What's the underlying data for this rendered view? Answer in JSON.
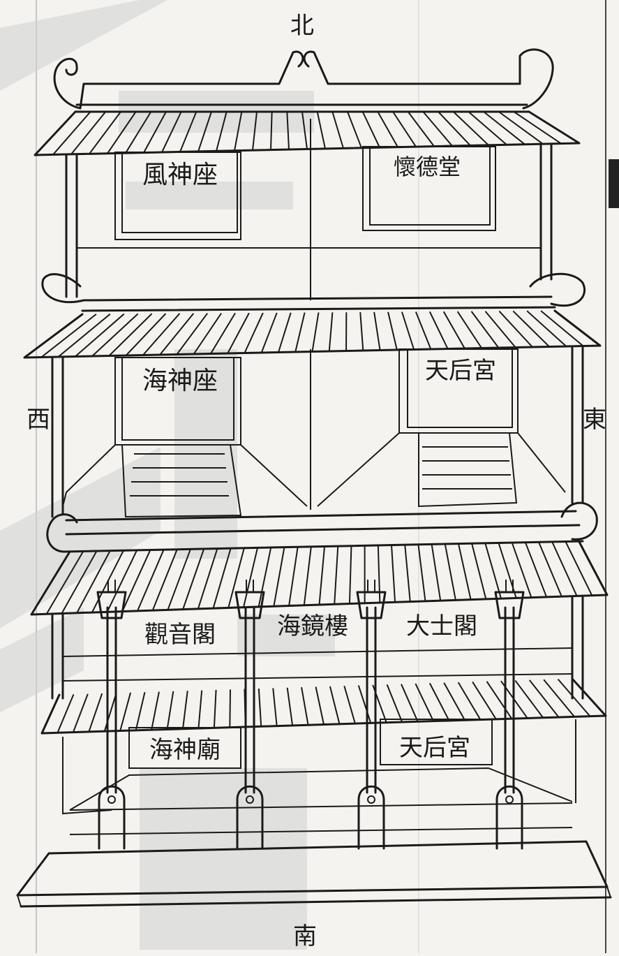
{
  "compass": {
    "north": "北",
    "south": "南",
    "east": "東",
    "west": "西"
  },
  "buildings": {
    "upper_left": "風神座",
    "upper_right": "懷德堂",
    "middle_left": "海神座",
    "middle_right": "天后宮",
    "gate_left": "觀音閣",
    "gate_center": "海鏡樓",
    "gate_right": "大士閣",
    "lower_left": "海神廟",
    "lower_right": "天后宮"
  },
  "colors": {
    "paper": "#f4f3ef",
    "ink": "#1a1a1a",
    "watermark": "#cfcfcf"
  }
}
